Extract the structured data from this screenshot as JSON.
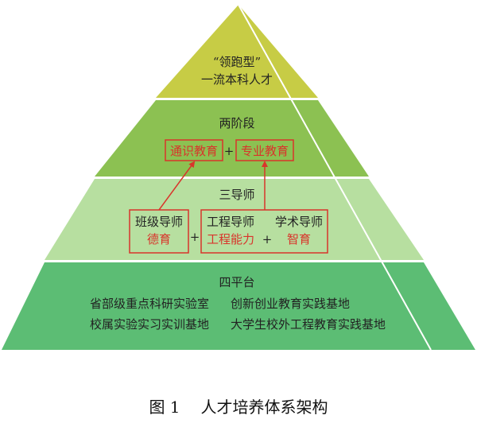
{
  "colors": {
    "tier1": "#c7cc45",
    "tier2": "#8cc152",
    "tier3": "#b7dfa0",
    "tier4": "#5cbd74",
    "edge": "#ffffff",
    "text": "#222222",
    "accent_red": "#d9342b"
  },
  "diagram": {
    "tier1": {
      "line1": "“领跑型”",
      "line2": "一流本科人才"
    },
    "tier2": {
      "title": "两阶段",
      "box_left": "通识教育",
      "plus": "+",
      "box_right": "专业教育"
    },
    "tier3": {
      "title": "三导师",
      "left_role": "班级导师",
      "left_item": "德育",
      "plus_left": "+",
      "mid_role": "工程导师",
      "mid_item": "工程能力",
      "plus_mid": "+",
      "right_role": "学术导师",
      "right_item": "智育"
    },
    "tier4": {
      "title": "四平台",
      "item_1": "省部级重点科研实验室",
      "item_2": "创新创业教育实践基地",
      "item_3": "校属实验实习实训基地",
      "item_4": "大学生校外工程教育实践基地"
    }
  },
  "caption": {
    "number": "图 1",
    "title": "人才培养体系架构"
  }
}
